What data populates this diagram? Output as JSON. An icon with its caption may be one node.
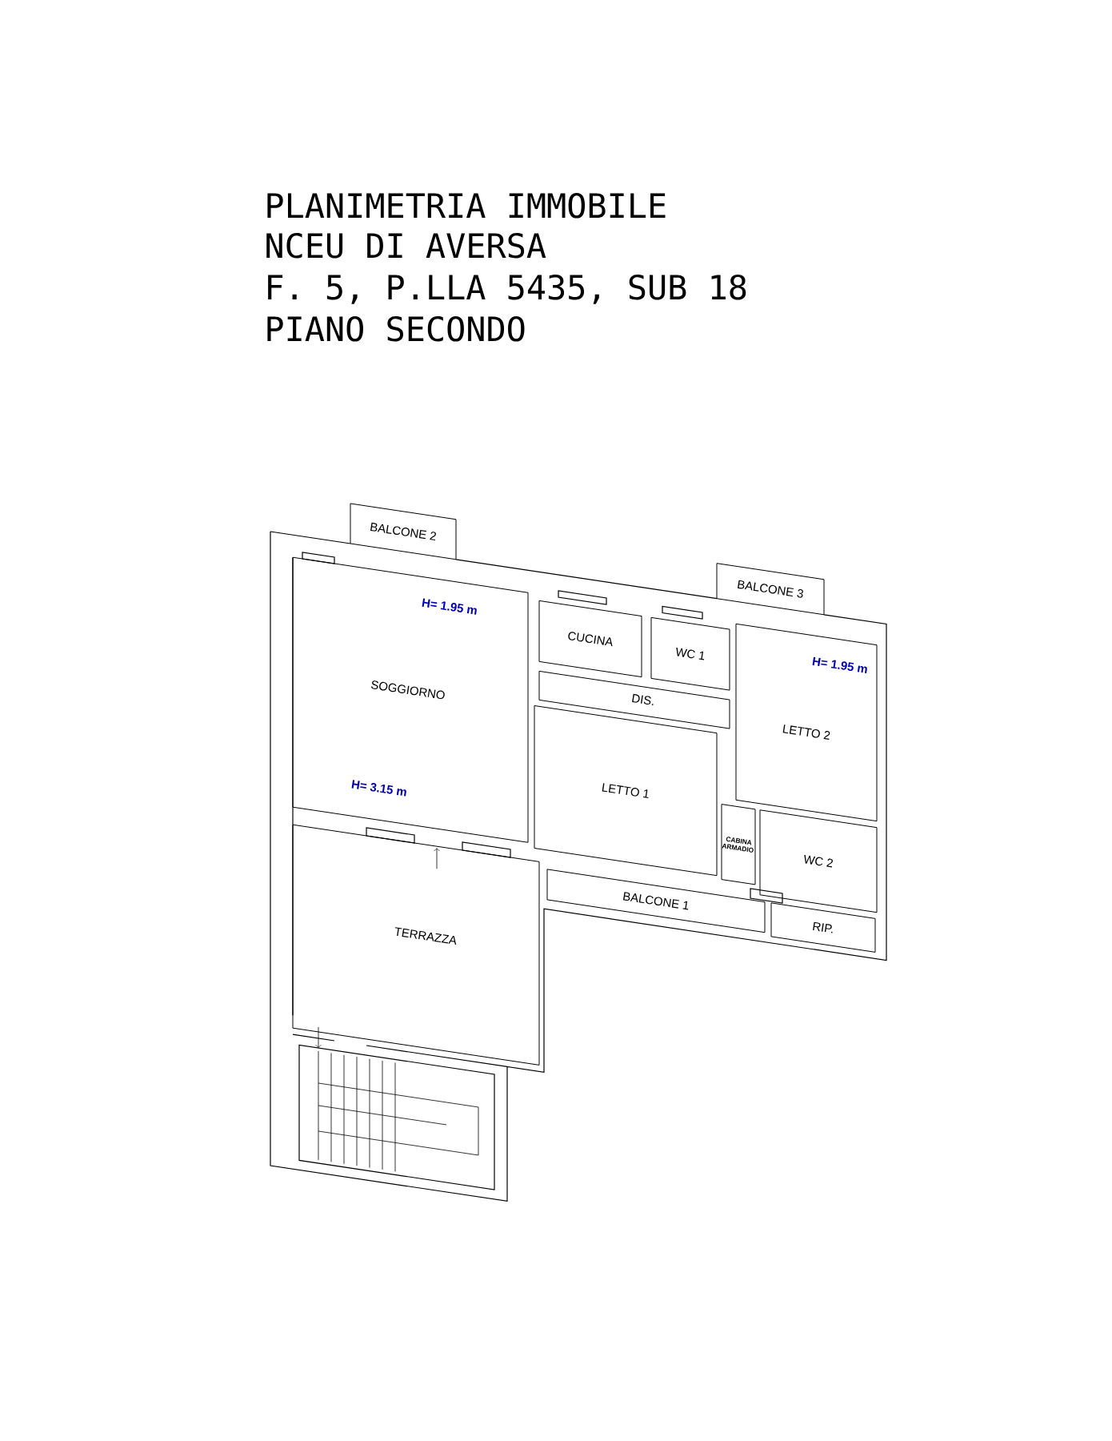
{
  "diagram": {
    "nodes": [
      {
        "text": [
          "BALCONE 2"
        ]
      },
      {
        "text": [
          "BALCONE 3"
        ]
      },
      {
        "text": [
          "CUCINA"
        ]
      },
      {
        "text": [
          "WC 1"
        ]
      },
      {
        "text": [
          "SOGGIORNO"
        ]
      },
      {
        "text": [
          "DIS."
        ]
      },
      {
        "text": [
          "LETTO 2"
        ]
      },
      {
        "text": [
          "LETTO 1"
        ]
      },
      {
        "text": [
          "CABINA ARMADIO"
        ]
      },
      {
        "text": [
          "WC 2"
        ]
      },
      {
        "text": [
          "BALCONE 1"
        ]
      },
      {
        "text": [
          "RIP."
        ]
      },
      {
        "text": [
          "TERRAZZA"
        ]
      }
    ],
    "edges": [],
    "labels": [
      "PLANIMETRIA IMMOBILE",
      "NCEU DI AVERSA",
      "F. 5, P.LLA 5435, SUB 18",
      "PIANO SECONDO",
      "H= 1.95 m",
      "H= 1.95 m",
      "H= 3.15 m"
    ]
  }
}
